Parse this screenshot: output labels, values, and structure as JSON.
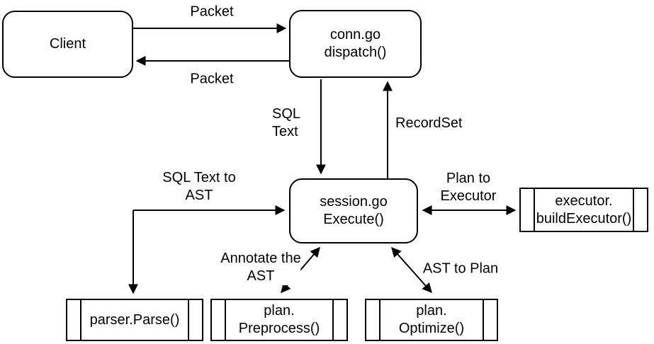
{
  "diagram": {
    "title": "SQL query processing flow diagram",
    "colors": {
      "stroke": "#000000",
      "background": "#ffffff",
      "text": "#000000"
    },
    "nodes": {
      "client": {
        "label": "Client",
        "shape": "rounded-rect"
      },
      "conn": {
        "label": "conn.go\ndispatch()",
        "shape": "rounded-rect"
      },
      "session": {
        "label": "session.go\nExecute()",
        "shape": "rounded-rect"
      },
      "executor": {
        "label": "executor.\nbuildExecutor()",
        "shape": "predefined-process"
      },
      "parser": {
        "label": "parser.Parse()",
        "shape": "predefined-process"
      },
      "preprocess": {
        "label": "plan.\nPreprocess()",
        "shape": "predefined-process"
      },
      "optimize": {
        "label": "plan.\nOptimize()",
        "shape": "predefined-process"
      }
    },
    "edges": {
      "client_to_conn": {
        "label": "Packet",
        "from": "client",
        "to": "conn",
        "direction": "one-way"
      },
      "conn_to_client": {
        "label": "Packet",
        "from": "conn",
        "to": "client",
        "direction": "one-way"
      },
      "conn_to_session": {
        "label": "SQL\nText",
        "from": "conn",
        "to": "session",
        "direction": "one-way"
      },
      "session_to_conn": {
        "label": "RecordSet",
        "from": "session",
        "to": "conn",
        "direction": "one-way"
      },
      "session_parser": {
        "label": "SQL Text to\nAST",
        "from": "session",
        "to": "parser",
        "direction": "two-way"
      },
      "session_preprocess": {
        "label": "Annotate the\nAST",
        "from": "session",
        "to": "preprocess",
        "direction": "two-way"
      },
      "session_optimize": {
        "label": "AST to Plan",
        "from": "session",
        "to": "optimize",
        "direction": "two-way"
      },
      "session_executor": {
        "label": "Plan to\nExecutor",
        "from": "session",
        "to": "executor",
        "direction": "two-way"
      }
    }
  }
}
